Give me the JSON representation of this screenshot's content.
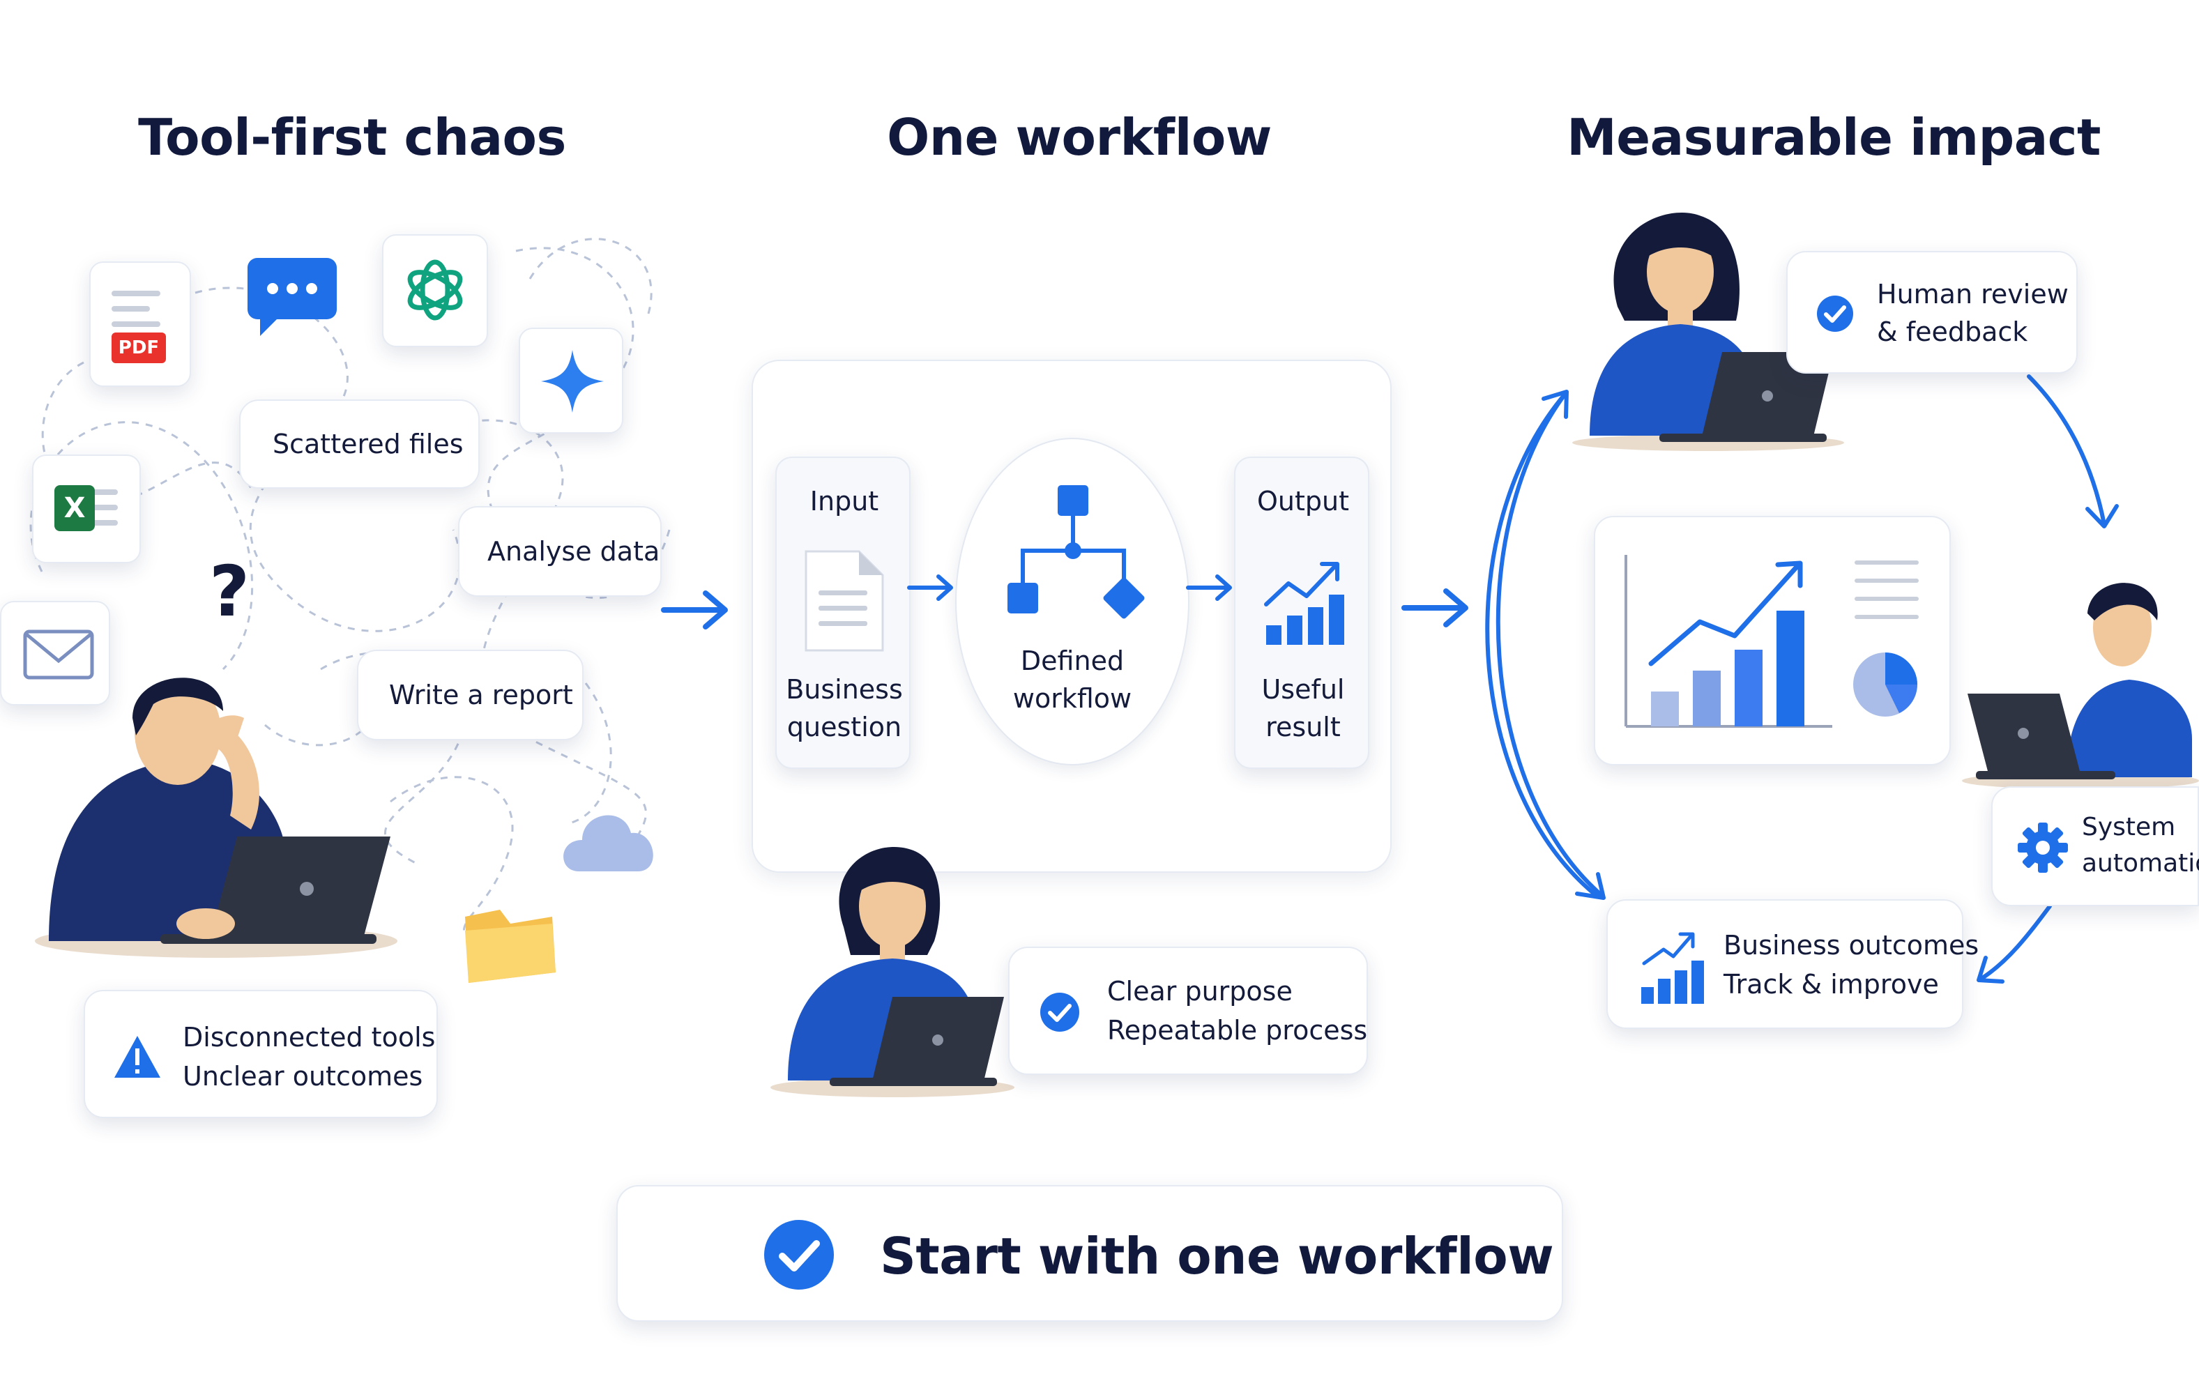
{
  "sections": {
    "left_title": "Tool-first chaos",
    "middle_title": "One workflow",
    "right_title": "Measurable impact"
  },
  "chaos": {
    "scattered_files": "Scattered files",
    "analyse_data": "Analyse data",
    "write_report": "Write a report",
    "pdf_badge": "PDF",
    "excel_badge": "X",
    "question_mark": "?",
    "warning_line1": "Disconnected tools",
    "warning_line2": "Unclear outcomes"
  },
  "workflow": {
    "input_label": "Input",
    "input_desc_line1": "Business",
    "input_desc_line2": "question",
    "center_line1": "Defined",
    "center_line2": "workflow",
    "output_label": "Output",
    "output_desc_line1": "Useful",
    "output_desc_line2": "result",
    "purpose_line1": "Clear purpose",
    "purpose_line2": "Repeatable process"
  },
  "impact": {
    "review_line1": "Human review",
    "review_line2": "& feedback",
    "automation_line1": "System",
    "automation_line2": "automation",
    "outcomes_line1": "Business outcomes",
    "outcomes_line2": "Track & improve"
  },
  "cta": {
    "label": "Start with one workflow"
  },
  "colors": {
    "accent": "#1f6fe8",
    "navy": "#1c2f6e",
    "dark_text": "#111a3c",
    "card_border": "#e6eaf2",
    "warning": "#1f6fe8"
  },
  "icons": [
    "pdf-file-icon",
    "chat-bubble-icon",
    "openai-logo-icon",
    "sparkle-icon",
    "excel-file-icon",
    "mail-icon",
    "cloud-icon",
    "folder-icon",
    "warning-icon",
    "document-icon",
    "flowchart-icon",
    "growth-chart-icon",
    "check-circle-icon",
    "gear-icon",
    "bar-chart-icon",
    "pie-chart-icon",
    "laptop-icon"
  ]
}
